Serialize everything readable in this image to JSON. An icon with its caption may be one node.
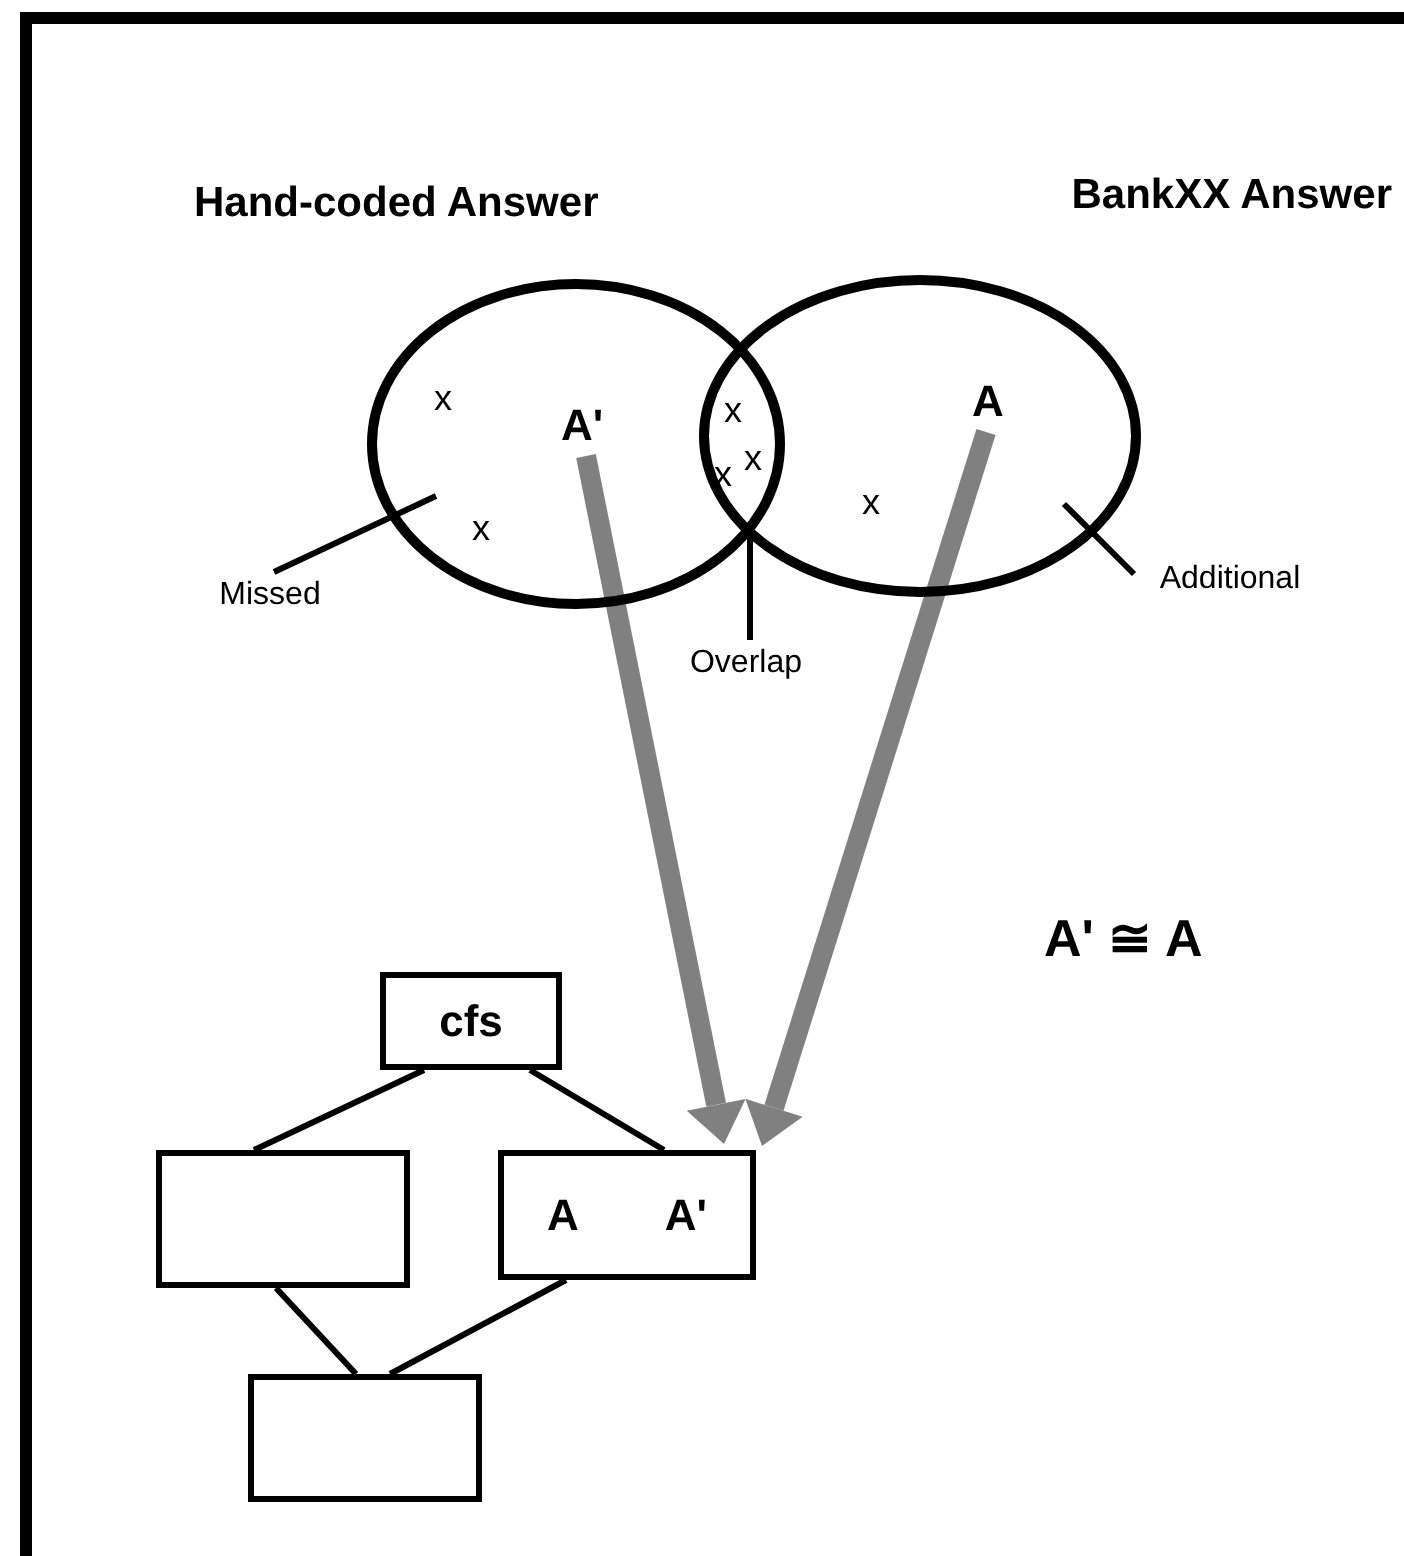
{
  "diagram": {
    "nodes": [
      {
        "text": [
          "Hand-coded Answer"
        ]
      },
      {
        "text": [
          "BankXX Answer"
        ]
      },
      {
        "text": [
          "A'"
        ],
        "in": 0
      },
      {
        "text": [
          "A"
        ],
        "in": 1
      },
      {
        "text": [
          "Missed"
        ]
      },
      {
        "text": [
          "Overlap"
        ]
      },
      {
        "text": [
          "Additional"
        ]
      },
      {
        "text": [
          "cfs"
        ]
      },
      {
        "text": [],
        "shape": "box"
      },
      {
        "text": [
          "A",
          "A'"
        ]
      },
      {
        "text": [],
        "shape": "box"
      }
    ],
    "edges": [
      {
        "from": 2,
        "to": 9,
        "arrow": "to",
        "style": "thick",
        "color": "#808080"
      },
      {
        "from": 3,
        "to": 9,
        "arrow": "to",
        "style": "thick",
        "color": "#808080"
      },
      {
        "from": 4,
        "to": null,
        "arrow": "none"
      },
      {
        "from": 5,
        "to": 0,
        "arrow": "none"
      },
      {
        "from": 6,
        "to": null,
        "arrow": "none"
      },
      {
        "from": 7,
        "to": 8,
        "arrow": "none"
      },
      {
        "from": 7,
        "to": 9,
        "arrow": "none"
      },
      {
        "from": 8,
        "to": 10,
        "arrow": "none"
      },
      {
        "from": 9,
        "to": 10,
        "arrow": "none"
      }
    ],
    "labels": [
      "x",
      "x",
      "x",
      "x",
      "x",
      "x",
      "A' ≅ A"
    ]
  }
}
